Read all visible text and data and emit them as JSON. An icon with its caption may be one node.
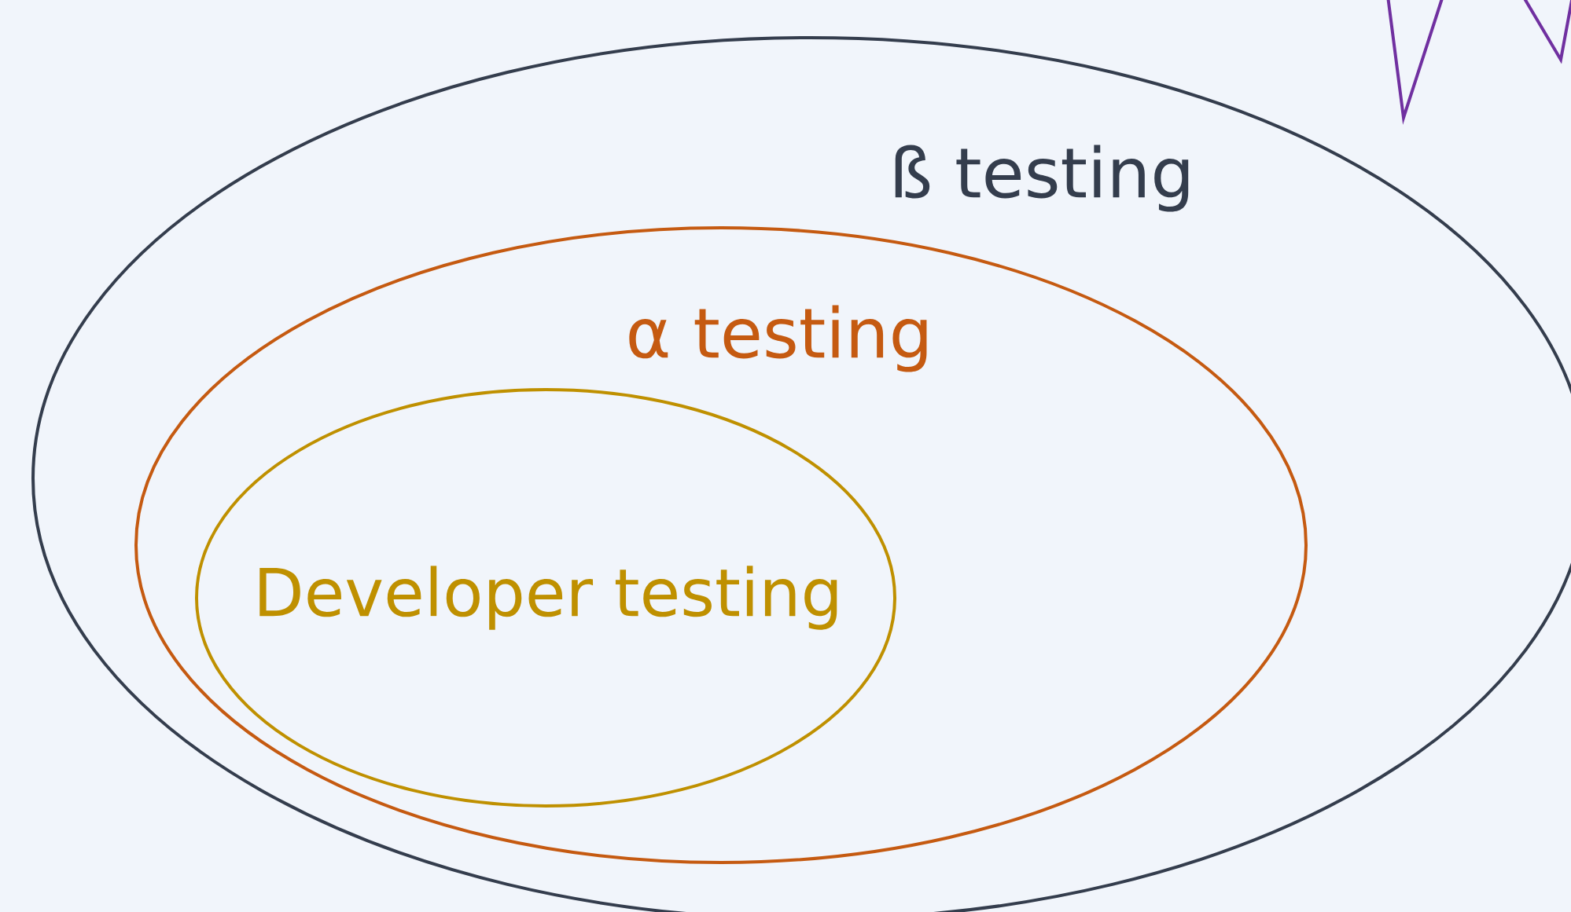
{
  "diagram": {
    "nodes": [
      {
        "text": [
          "ß testing"
        ]
      },
      {
        "text": [
          "α testing"
        ],
        "in": 0
      },
      {
        "text": [
          "Developer testing"
        ],
        "in": 1
      }
    ]
  }
}
